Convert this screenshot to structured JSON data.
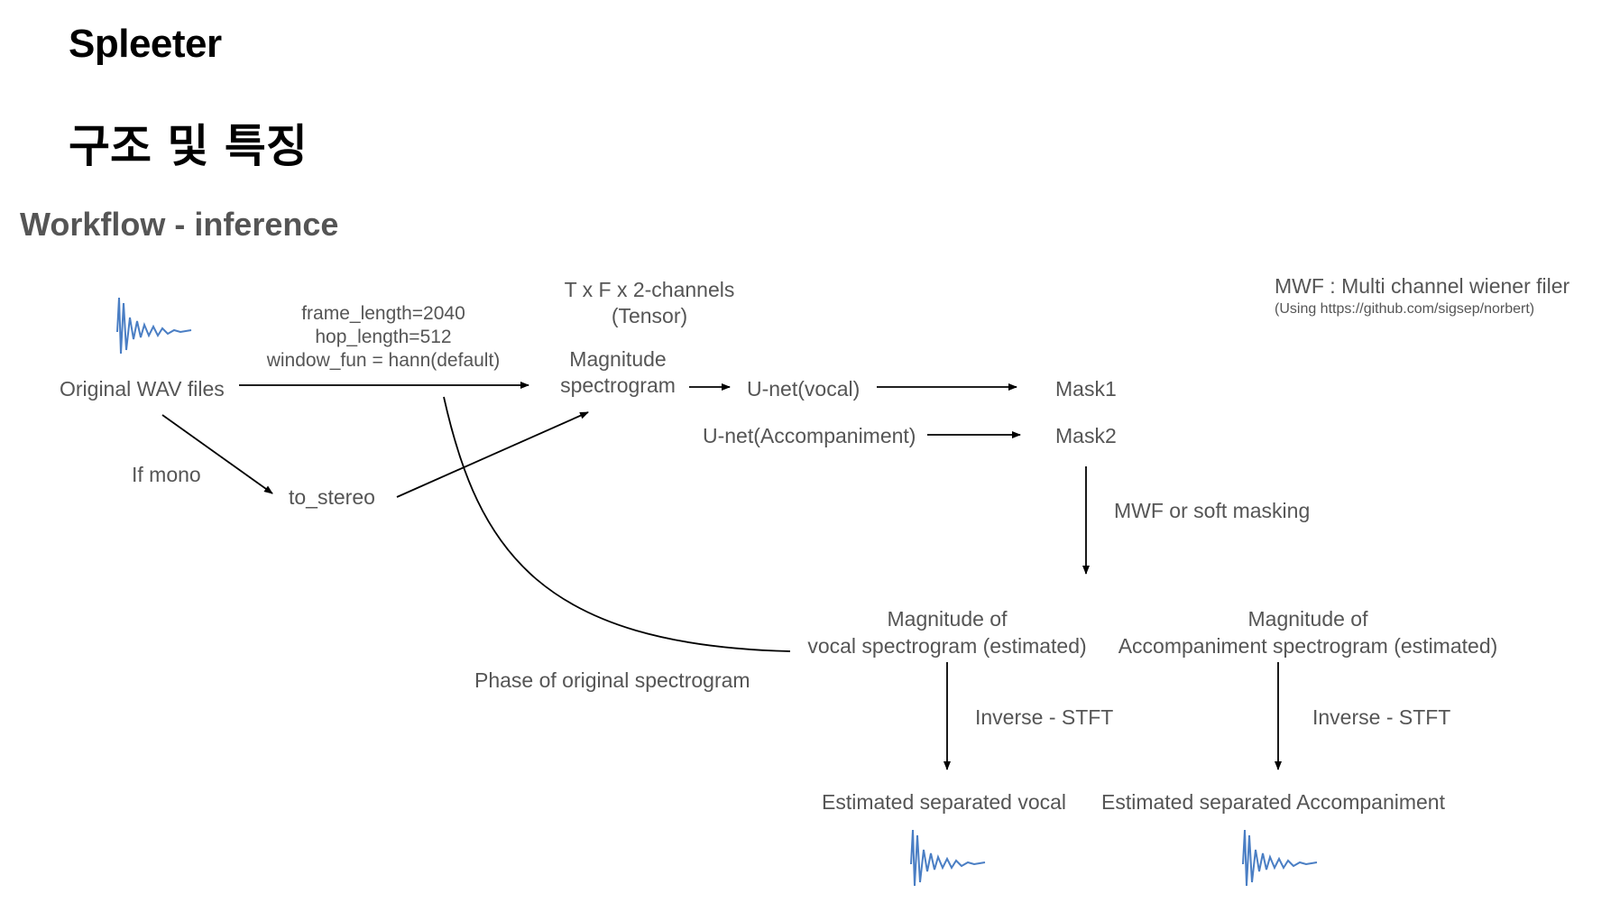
{
  "header": {
    "title": "Spleeter",
    "subtitle": "구조 및 특징",
    "section": "Workflow - inference"
  },
  "nodes": {
    "original_wav": "Original WAV files",
    "if_mono": "If mono",
    "to_stereo": "to_stereo",
    "stft_params": [
      "frame_length=2040",
      "hop_length=512",
      "window_fun = hann(default)"
    ],
    "tensor_shape": [
      "T x F x 2-channels",
      "(Tensor)"
    ],
    "magnitude_spectrogram": [
      "Magnitude",
      "spectrogram"
    ],
    "unet_vocal": "U-net(vocal)",
    "unet_accompaniment": "U-net(Accompaniment)",
    "mask1": "Mask1",
    "mask2": "Mask2",
    "mwf_or_soft": "MWF or soft masking",
    "mwf_note": "MWF : Multi channel wiener filer",
    "mwf_note_sub": "(Using https://github.com/sigsep/norbert)",
    "mag_vocal": [
      "Magnitude of",
      "vocal spectrogram (estimated)"
    ],
    "mag_accompaniment": [
      "Magnitude of",
      "Accompaniment spectrogram (estimated)"
    ],
    "phase_original": "Phase of original spectrogram",
    "inverse_stft_vocal": "Inverse - STFT",
    "inverse_stft_accompaniment": "Inverse - STFT",
    "est_vocal": "Estimated separated vocal",
    "est_accompaniment": "Estimated separated Accompaniment"
  },
  "icons": {
    "waveform": "waveform-icon",
    "waveform_color": "#4a7ec4"
  }
}
